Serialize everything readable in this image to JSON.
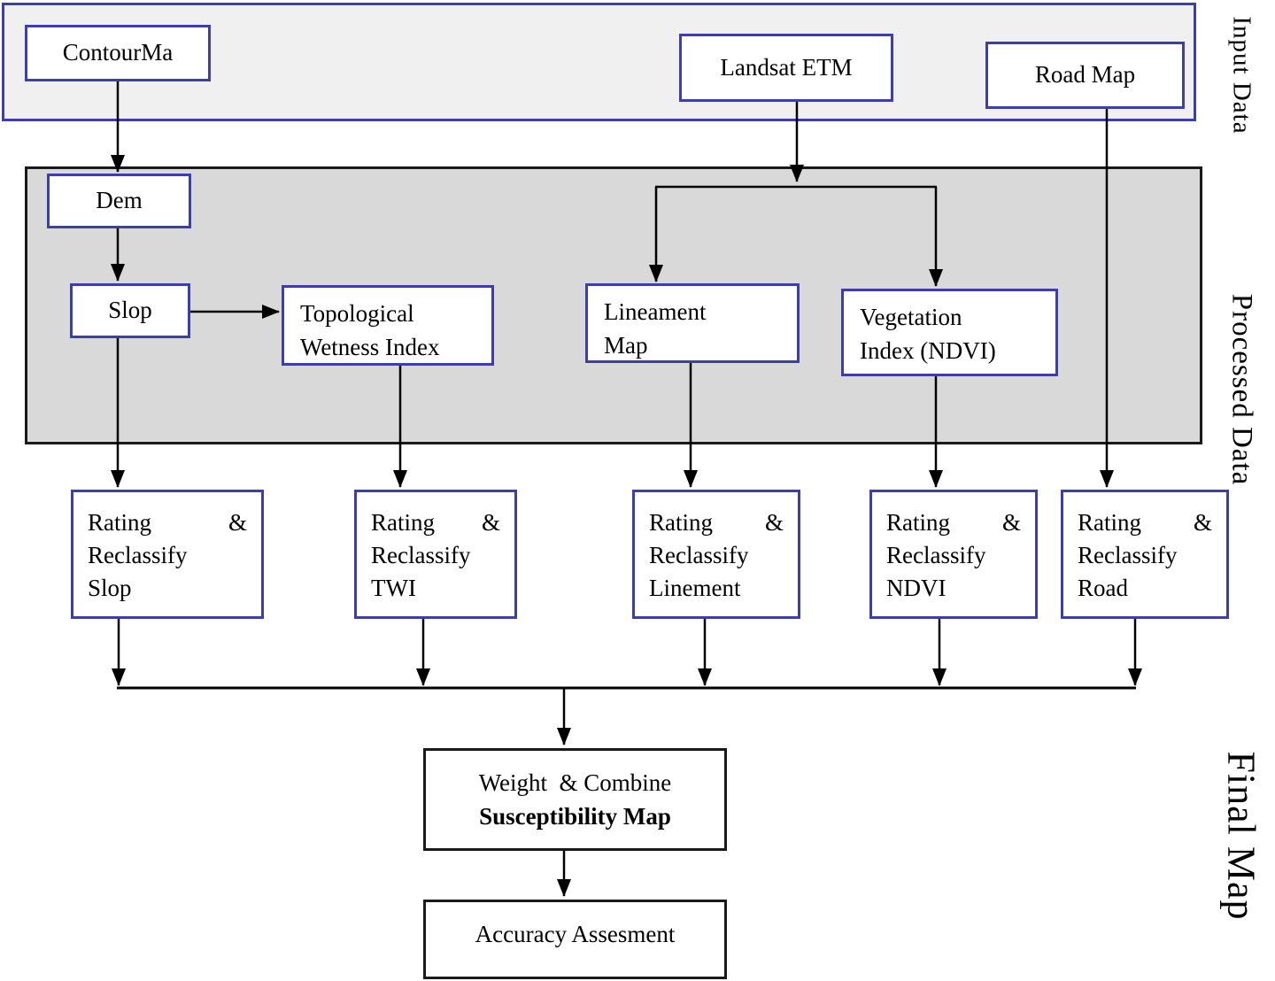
{
  "colors": {
    "blue_border": "#3e3ea8",
    "black_border": "#1a1a1a",
    "input_fill": "#f0f0f0",
    "processed_fill": "#d9d9d9",
    "line": "#000000",
    "text": "#000000",
    "background": "#ffffff"
  },
  "sections": {
    "input": {
      "side_label": "Input Data"
    },
    "processed": {
      "side_label": "Processed Data"
    },
    "final": {
      "side_label": "Final Map"
    }
  },
  "nodes": {
    "contourma": {
      "label": "ContourMa"
    },
    "landsat": {
      "label": "Landsat ETM"
    },
    "road_map": {
      "label": "Road Map"
    },
    "dem": {
      "label": "Dem"
    },
    "slop": {
      "label": "Slop"
    },
    "twi": {
      "line1": "Topological",
      "line2": "Wetness Index"
    },
    "lineament": {
      "line1": "Lineament",
      "line2": "Map"
    },
    "vegetation": {
      "line1": "Vegetation",
      "line2": "Index (NDVI)"
    },
    "rate_slop": {
      "line1_left": "Rating",
      "line1_right": "&",
      "line2": "Reclassify",
      "line3": "Slop"
    },
    "rate_twi": {
      "line1_left": "Rating",
      "line1_right": "&",
      "line2": "Reclassify",
      "line3": "TWI"
    },
    "rate_linement": {
      "line1_left": "Rating",
      "line1_right": "&",
      "line2": "Reclassify",
      "line3": "Linement"
    },
    "rate_ndvi": {
      "line1_left": "Rating",
      "line1_right": "&",
      "line2": "Reclassify",
      "line3": "NDVI"
    },
    "rate_road": {
      "line1_left": "Rating",
      "line1_right": "&",
      "line2": "Reclassify",
      "line3": "Road"
    },
    "weight_combine": {
      "line1": "Weight  & Combine",
      "line2": "Susceptibility Map"
    },
    "accuracy": {
      "label": "Accuracy Assesment"
    }
  }
}
